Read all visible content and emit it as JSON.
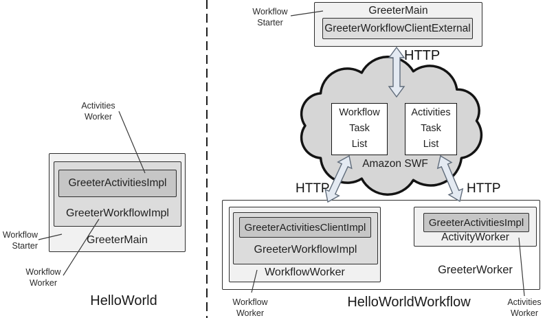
{
  "left": {
    "caption": "HelloWorld",
    "activities_worker_label": [
      "Activities",
      "Worker"
    ],
    "workflow_starter_label": [
      "Workflow",
      "Starter"
    ],
    "workflow_worker_label": [
      "Workflow",
      "Worker"
    ],
    "greeter_main": "GreeterMain",
    "greeter_workflow_impl": "GreeterWorkflowImpl",
    "greeter_activities_impl": "GreeterActivitiesImpl"
  },
  "right": {
    "caption": "HelloWorldWorkflow",
    "workflow_starter_label": [
      "Workflow",
      "Starter"
    ],
    "starter_box": {
      "title": "GreeterMain",
      "client": "GreeterWorkflowClientExternal"
    },
    "http_top": "HTTP",
    "http_left": "HTTP",
    "http_right": "HTTP",
    "cloud_label": "Amazon SWF",
    "workflow_task_list": [
      "Workflow",
      "Task",
      "List"
    ],
    "activities_task_list": [
      "Activities",
      "Task",
      "List"
    ],
    "workflow_worker_box": {
      "title": "WorkflowWorker",
      "impl": "GreeterWorkflowImpl",
      "client": "GreeterActivitiesClientImpl"
    },
    "greeter_worker_label": "GreeterWorker",
    "activity_worker_box": {
      "title": "ActivityWorker",
      "impl": "GreeterActivitiesImpl"
    },
    "workflow_worker_label": [
      "Workflow",
      "Worker"
    ],
    "activities_worker_label": [
      "Activities",
      "Worker"
    ]
  },
  "colors": {
    "box_light": "#f1f1f1",
    "box_medium": "#dcdcdc",
    "box_dark": "#c6c6c6",
    "cloud_fill": "#d6d6d6",
    "arrow_fill": "#e4eaf2",
    "arrow_stroke": "#5f6b7a"
  }
}
